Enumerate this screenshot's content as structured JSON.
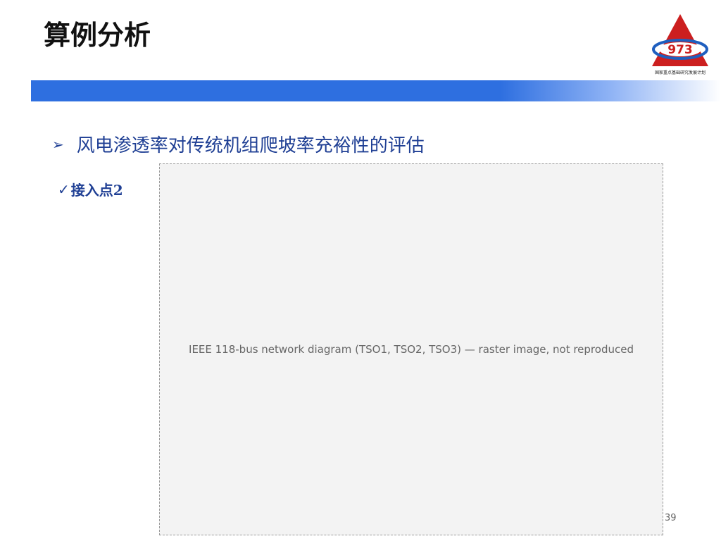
{
  "slide": {
    "title": "算例分析",
    "bullet": "风电渗透率对传统机组爬坡率充裕性的评估",
    "sub_bullet": "接入点2",
    "page_number": "39"
  },
  "logo": {
    "number": "973",
    "caption": "国家重点基础研究发展计划",
    "colors": {
      "triangle": "#cc1f1f",
      "ring": "#1f5fbf"
    }
  },
  "diagram": {
    "placeholder": "IEEE 118-bus network diagram (TSO1, TSO2, TSO3) — raster image, not reproduced"
  },
  "colors": {
    "accent_text": "#1f3f94",
    "header_bar": "#2e6fe0"
  },
  "icons": {
    "bullet": "arrowhead-bullet-icon",
    "sub_bullet": "check-mark-icon"
  }
}
